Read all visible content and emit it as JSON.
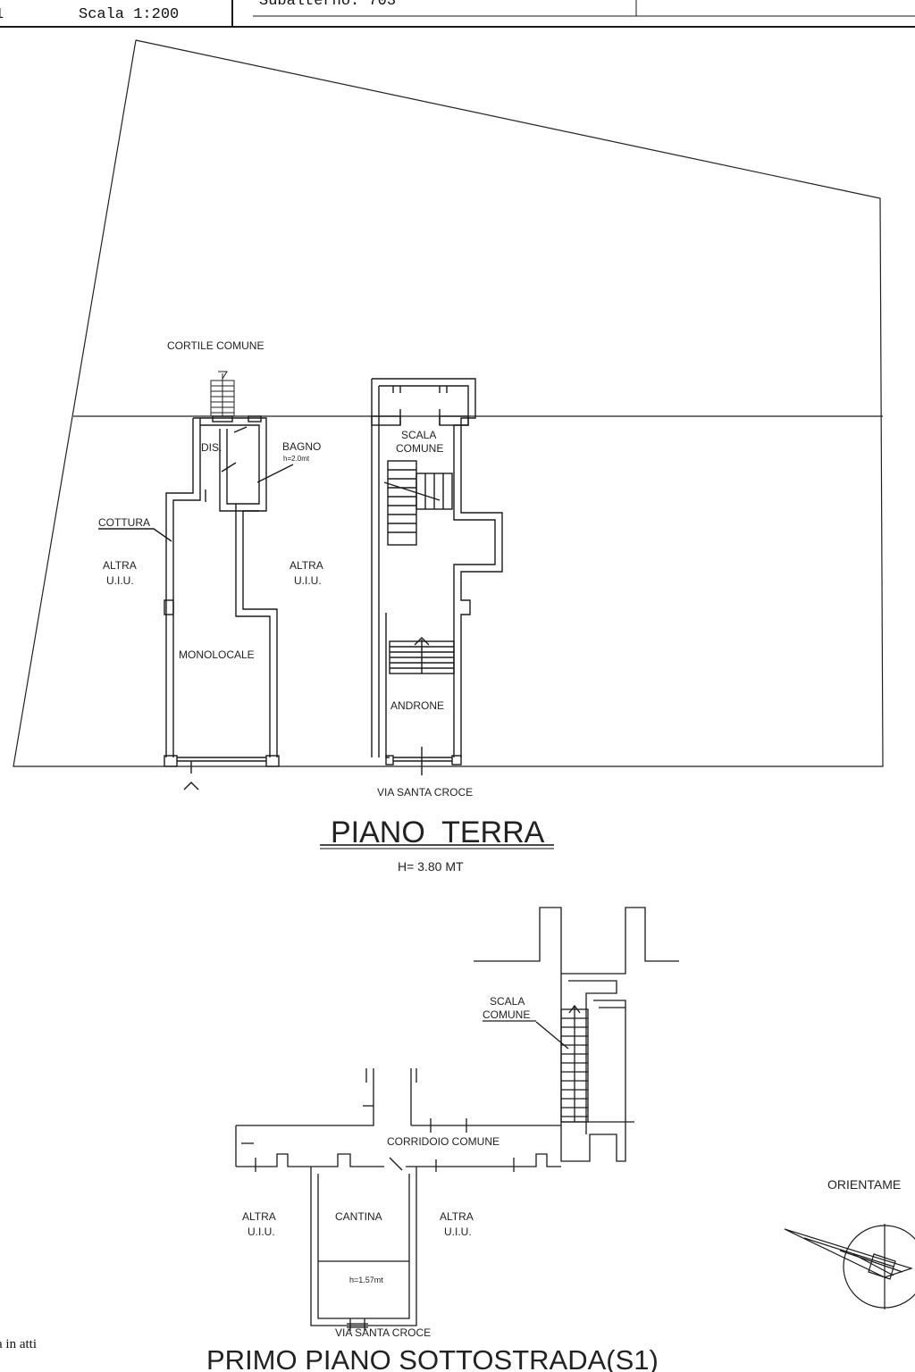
{
  "header": {
    "left_fragment": "1",
    "scale": "Scala 1:200",
    "center_fragment": "Subalterno: 703"
  },
  "ground_floor": {
    "title": "PIANO  TERRA",
    "height": "H= 3.80 MT",
    "courtyard": "CORTILE COMUNE",
    "dis": "DIS.",
    "bathroom": "BAGNO",
    "bathroom_height": "h=2.0mt",
    "kitchen": "COTTURA",
    "other_unit": [
      "ALTRA",
      "U.I.U."
    ],
    "studio": "MONOLOCALE",
    "common_stair": [
      "SCALA",
      "COMUNE"
    ],
    "atrium": "ANDRONE",
    "street": "VIA SANTA CROCE"
  },
  "basement": {
    "title": "PRIMO PIANO SOTTOSTRADA(S1)",
    "common_stair": [
      "SCALA",
      "COMUNE"
    ],
    "corridor": "CORRIDOIO COMUNE",
    "cellar": "CANTINA",
    "cellar_height": "h=1.57mt",
    "other_unit": [
      "ALTRA",
      "U.I.U."
    ],
    "street": "VIA SANTA CROCE"
  },
  "orientation": "ORIENTAME",
  "footer_fragment": "a in atti",
  "colors": {
    "line": "#1a1a1a",
    "background": "#ffffff"
  }
}
